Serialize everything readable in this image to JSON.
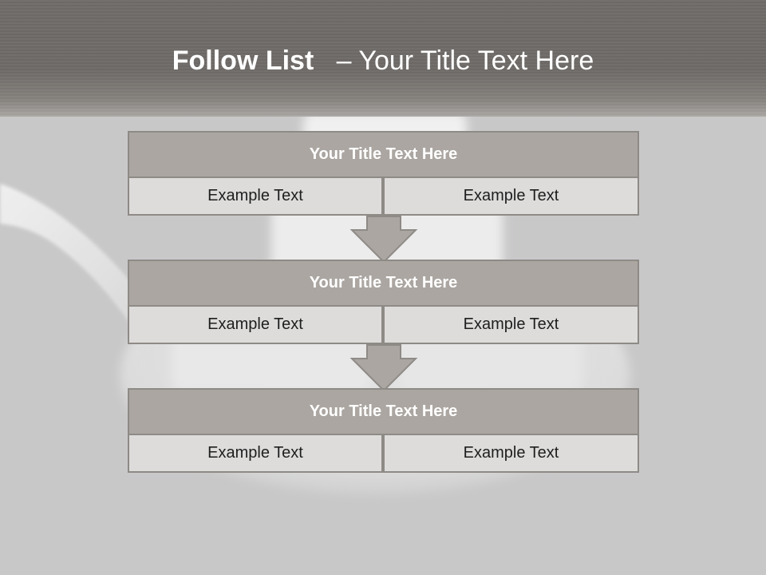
{
  "slide": {
    "title_bold": "Follow List",
    "title_dash": "– ",
    "title_rest": "Your Title Text Here"
  },
  "steps": [
    {
      "title": "Your Title Text Here",
      "left_text": "Example Text",
      "right_text": "Example Text"
    },
    {
      "title": "Your Title Text Here",
      "left_text": "Example Text",
      "right_text": "Example Text"
    },
    {
      "title": "Your Title Text Here",
      "left_text": "Example Text",
      "right_text": "Example Text"
    }
  ],
  "colors": {
    "header_band": "#6f6b68",
    "title_bar": "#aba6a1",
    "cell_fill": "#dddcdb",
    "border": "#8e8a86",
    "arrow_fill": "#aba6a1"
  },
  "icons": {
    "flow_arrow": "down-arrow-icon"
  }
}
